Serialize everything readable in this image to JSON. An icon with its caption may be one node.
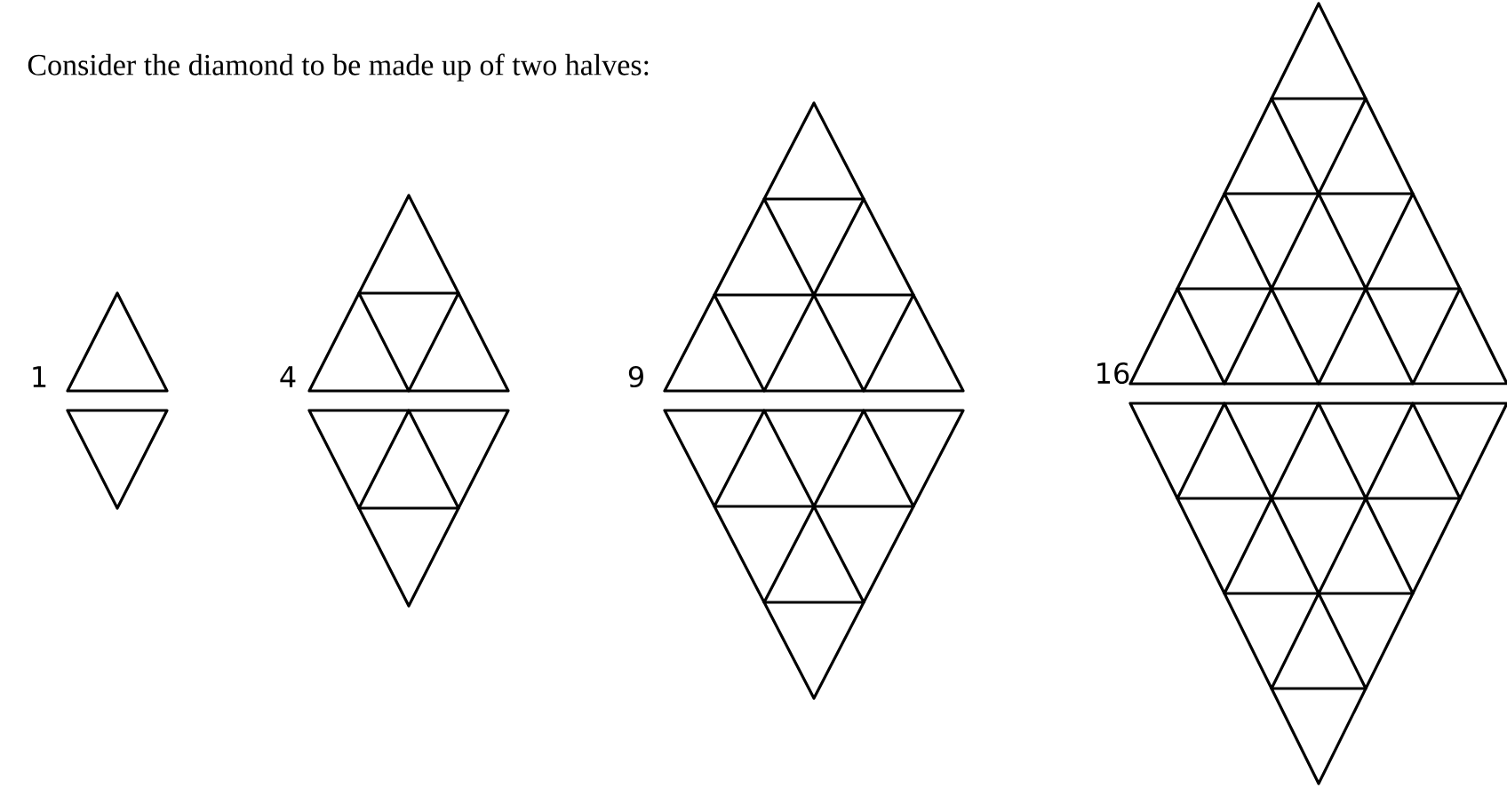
{
  "diagram": {
    "title": "Consider the diamond to be made up of two halves:",
    "labels": [
      "1",
      "4",
      "9",
      "16"
    ]
  }
}
